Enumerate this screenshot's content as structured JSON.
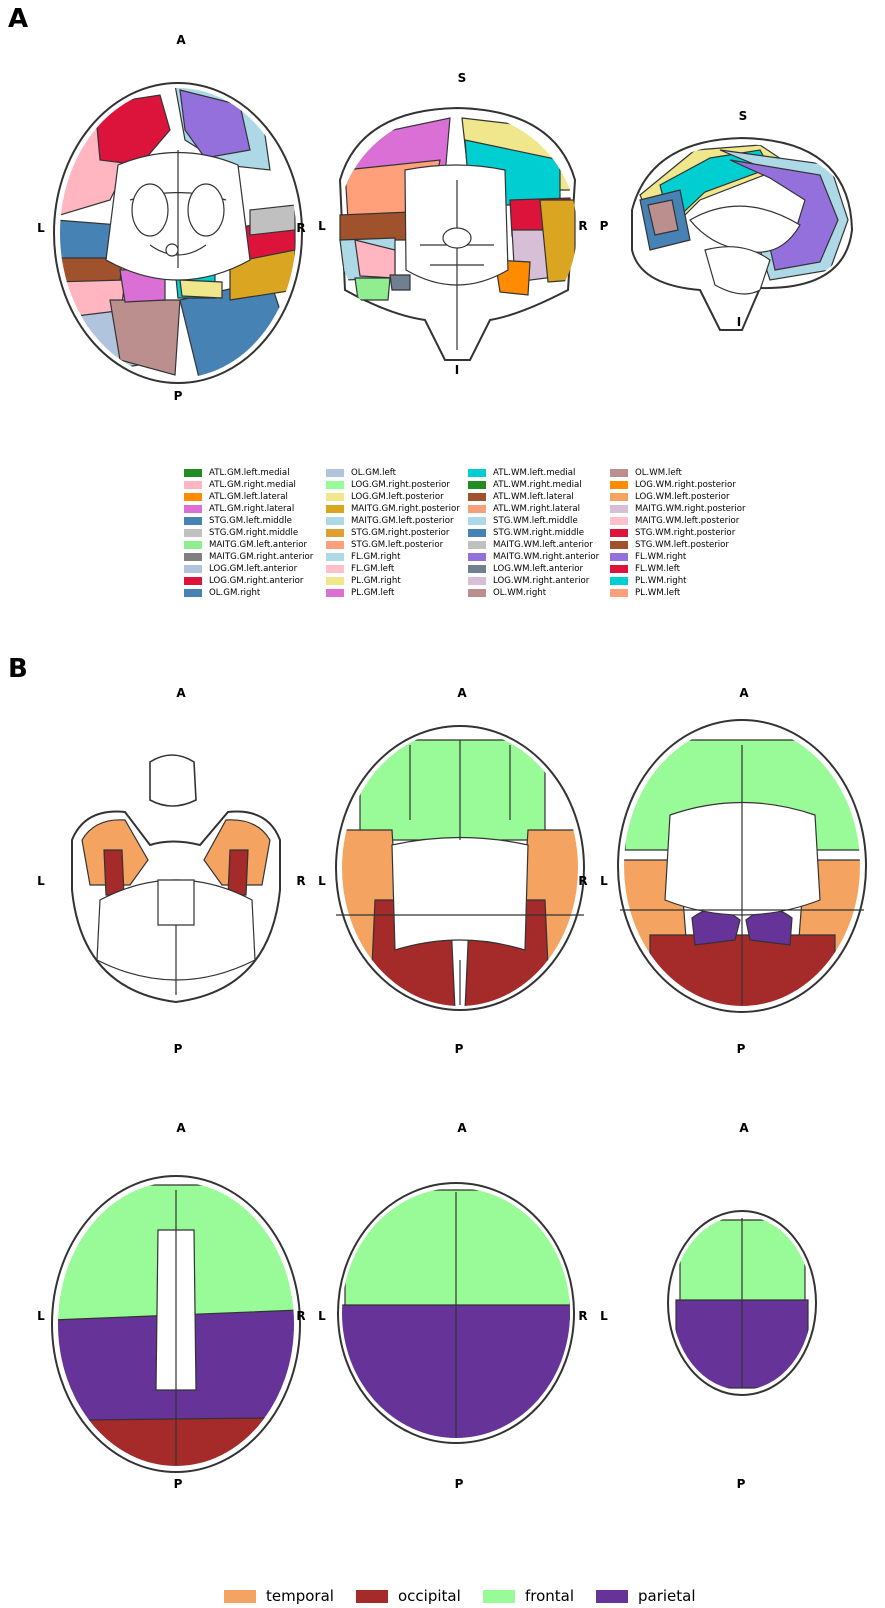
{
  "panels": {
    "a": "A",
    "b": "B"
  },
  "orient": {
    "A": "A",
    "P": "P",
    "L": "L",
    "R": "R",
    "S": "S",
    "I": "I"
  },
  "colors": {
    "temporal": "#f4a460",
    "occipital": "#a52a2a",
    "frontal": "#98fb98",
    "parietal": "#663399",
    "outline": "#333333"
  },
  "legend_a": [
    [
      {
        "label": "ATL.GM.left.medial",
        "color": "#228b22"
      },
      {
        "label": "ATL.GM.right.medial",
        "color": "#ffb6c1"
      },
      {
        "label": "ATL.GM.left.lateral",
        "color": "#ff8c00"
      },
      {
        "label": "ATL.GM.right.lateral",
        "color": "#da70d6"
      },
      {
        "label": "STG.GM.left.middle",
        "color": "#4682b4"
      },
      {
        "label": "STG.GM.right.middle",
        "color": "#c0c0c0"
      },
      {
        "label": "MAITG.GM.left.anterior",
        "color": "#90ee90"
      },
      {
        "label": "MAITG.GM.right.anterior",
        "color": "#808080"
      },
      {
        "label": "LOG.GM.left.anterior",
        "color": "#b0c4de"
      },
      {
        "label": "LOG.GM.right.anterior",
        "color": "#dc143c"
      },
      {
        "label": "OL.GM.right",
        "color": "#4682b4"
      }
    ],
    [
      {
        "label": "OL.GM.left",
        "color": "#b0c4de"
      },
      {
        "label": "LOG.GM.right.posterior",
        "color": "#98fb98"
      },
      {
        "label": "LOG.GM.left.posterior",
        "color": "#f0e68c"
      },
      {
        "label": "MAITG.GM.right.posterior",
        "color": "#daa520"
      },
      {
        "label": "MAITG.GM.left.posterior",
        "color": "#add8e6"
      },
      {
        "label": "STG.GM.right.posterior",
        "color": "#e0a030"
      },
      {
        "label": "STG.GM.left.posterior",
        "color": "#ffa07a"
      },
      {
        "label": "FL.GM.right",
        "color": "#add8e6"
      },
      {
        "label": "FL.GM.left",
        "color": "#ffc0cb"
      },
      {
        "label": "PL.GM.right",
        "color": "#f0e68c"
      },
      {
        "label": "PL.GM.left",
        "color": "#da70d6"
      }
    ],
    [
      {
        "label": "ATL.WM.left.medial",
        "color": "#00ced1"
      },
      {
        "label": "ATL.WM.right.medial",
        "color": "#228b22"
      },
      {
        "label": "ATL.WM.left.lateral",
        "color": "#a0522d"
      },
      {
        "label": "ATL.WM.right.lateral",
        "color": "#f4a07a"
      },
      {
        "label": "STG.WM.left.middle",
        "color": "#add8e6"
      },
      {
        "label": "STG.WM.right.middle",
        "color": "#4682b4"
      },
      {
        "label": "MAITG.WM.left.anterior",
        "color": "#c0c0c0"
      },
      {
        "label": "MAITG.WM.right.anterior",
        "color": "#9370db"
      },
      {
        "label": "LOG.WM.left.anterior",
        "color": "#708090"
      },
      {
        "label": "LOG.WM.right.anterior",
        "color": "#d8bfd8"
      },
      {
        "label": "OL.WM.right",
        "color": "#bc8f8f"
      }
    ],
    [
      {
        "label": "OL.WM.left",
        "color": "#bc8f8f"
      },
      {
        "label": "LOG.WM.right.posterior",
        "color": "#ff8c00"
      },
      {
        "label": "LOG.WM.left.posterior",
        "color": "#f4a460"
      },
      {
        "label": "MAITG.WM.right.posterior",
        "color": "#d8bfd8"
      },
      {
        "label": "MAITG.WM.left.posterior",
        "color": "#ffc0cb"
      },
      {
        "label": "STG.WM.right.posterior",
        "color": "#dc143c"
      },
      {
        "label": "STG.WM.left.posterior",
        "color": "#a0522d"
      },
      {
        "label": "FL.WM.right",
        "color": "#9370db"
      },
      {
        "label": "FL.WM.left",
        "color": "#dc143c"
      },
      {
        "label": "PL.WM.right",
        "color": "#00ced1"
      },
      {
        "label": "PL.WM.left",
        "color": "#ffa07a"
      }
    ]
  ],
  "legend_b": [
    {
      "label": "temporal",
      "color": "#f4a460"
    },
    {
      "label": "occipital",
      "color": "#a52a2a"
    },
    {
      "label": "frontal",
      "color": "#98fb98"
    },
    {
      "label": "parietal",
      "color": "#663399"
    }
  ]
}
